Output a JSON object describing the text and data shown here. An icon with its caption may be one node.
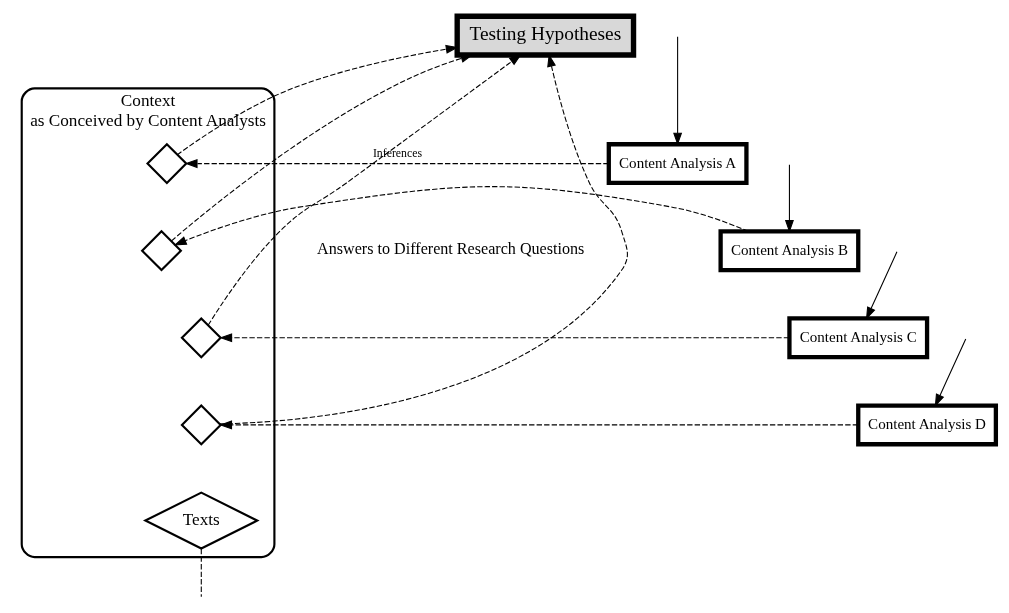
{
  "diagram": {
    "nodes": [
      {
        "text": [
          "Testing Hypotheses"
        ]
      },
      {
        "text": [
          "Context",
          "as Conceived by Content Analysts"
        ]
      },
      {
        "text": [],
        "shape": "diamond",
        "in": 1
      },
      {
        "text": [],
        "shape": "diamond",
        "in": 1
      },
      {
        "text": [],
        "shape": "diamond",
        "in": 1
      },
      {
        "text": [],
        "shape": "diamond",
        "in": 1
      },
      {
        "text": [
          "Texts"
        ],
        "in": 1
      },
      {
        "text": [
          "Content Analysis A"
        ]
      },
      {
        "text": [
          "Content Analysis B"
        ]
      },
      {
        "text": [
          "Content Analysis C"
        ]
      },
      {
        "text": [
          "Content Analysis D"
        ]
      }
    ],
    "edges": [
      {
        "from": 7,
        "to": 2,
        "arrow": "to",
        "style": "dashed",
        "label": "Inferences"
      },
      {
        "from": 8,
        "to": 3,
        "arrow": "to",
        "style": "dashed"
      },
      {
        "from": 9,
        "to": 4,
        "arrow": "to",
        "style": "dashed"
      },
      {
        "from": 10,
        "to": 5,
        "arrow": "to",
        "style": "dashed"
      },
      {
        "from": 2,
        "to": 0,
        "arrow": "to",
        "style": "dashed"
      },
      {
        "from": 3,
        "to": 0,
        "arrow": "to",
        "style": "dashed"
      },
      {
        "from": 4,
        "to": 0,
        "arrow": "to",
        "style": "dashed"
      },
      {
        "from": 5,
        "to": 0,
        "arrow": "to",
        "style": "dashed"
      },
      {
        "from": null,
        "to": 7,
        "arrow": "to"
      },
      {
        "from": null,
        "to": 8,
        "arrow": "to"
      },
      {
        "from": null,
        "to": 9,
        "arrow": "to"
      },
      {
        "from": null,
        "to": 10,
        "arrow": "to"
      },
      {
        "from": 6,
        "to": null,
        "arrow": "none",
        "style": "dashed"
      }
    ],
    "labels": [
      "Answers to Different Research Questions"
    ]
  }
}
